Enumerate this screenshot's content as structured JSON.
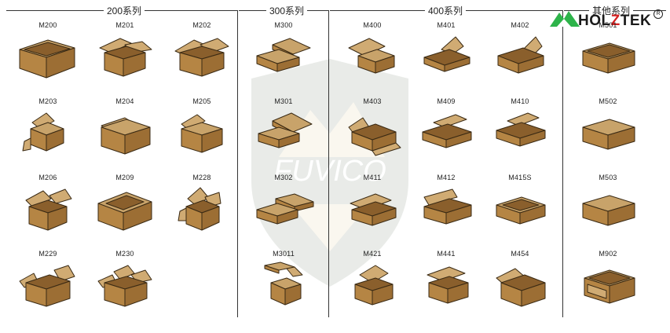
{
  "groups": [
    {
      "title": "200系列",
      "codes": [
        "M200",
        "M201",
        "M202",
        "M203",
        "M204",
        "M205",
        "M206",
        "M209",
        "M228",
        "M229",
        "M230"
      ]
    },
    {
      "title": "300系列",
      "codes": [
        "M300",
        "M301",
        "M302",
        "M3011"
      ]
    },
    {
      "title": "400系列",
      "codes": [
        "M400",
        "M401",
        "M402",
        "M403",
        "M409",
        "M410",
        "M411",
        "M412",
        "M415S",
        "M421",
        "M441",
        "M454"
      ]
    },
    {
      "title": "其他系列",
      "codes": [
        "M501",
        "M502",
        "M503",
        "M902"
      ]
    }
  ],
  "logo": {
    "part1": "HOL",
    "part2": "Z",
    "part3": "TEK",
    "reg": "R"
  },
  "watermark": {
    "text": "FUVICO"
  },
  "colors": {
    "board": "#b58544",
    "board_light": "#c8a36a",
    "board_dark": "#9c6e34",
    "outline": "#3a2a14",
    "logo_green": "#2db34a",
    "logo_red": "#d42020"
  }
}
